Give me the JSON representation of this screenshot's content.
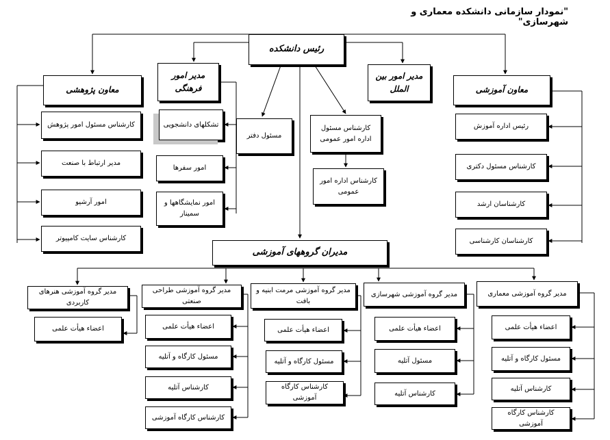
{
  "title": "\"نمودار سازمانی دانشکده معماری و شهرسازی\"",
  "nodes": {
    "dean": "رئیس دانشکده",
    "research_deputy": "معاون پژوهشی",
    "cultural_manager": "مدیر امور فرهنگی",
    "intl_manager": "مدیر امور بین الملل",
    "edu_deputy": "معاون آموزشی",
    "research_expert": "کارشناس مسئول امور پژوهش",
    "industry_liaison": "مدیر ارتباط با صنعت",
    "archive": "امور آرشیو",
    "website_expert": "کارشناس سایت کامپیوتر",
    "student_orgs": "تشکلهای دانشجویی",
    "trips": "امور سفرها",
    "exhibitions": "امور نمایشگاهها و سمینار",
    "office": "مسئول دفتر",
    "admin_expert_head": "کارشناس مسئول اداره امور عمومی",
    "admin_expert": "کارشناس اداره امور عمومی",
    "edu_head": "رئیس اداره آموزش",
    "phd_expert": "کارشناس مسئول دکتری",
    "masters_experts": "کارشناسان ارشد",
    "bachelor_experts": "کارشناسان کارشناسی",
    "dept_heads": "مدیران گروههای آموزشی"
  },
  "departments": [
    {
      "key": "applied_arts",
      "head": "مدیر گروه آموزشی هنرهای کاربردی",
      "members": [
        "اعضاء هیأت علمی"
      ]
    },
    {
      "key": "industrial_design",
      "head": "مدیر گروه آموزشی طراحی صنعتی",
      "members": [
        "اعضاء هیأت علمی",
        "مسئول کارگاه و آتلیه",
        "کارشناس آتلیه",
        "کارشناس کارگاه آموزشی"
      ]
    },
    {
      "key": "restoration",
      "head": "مدیر گروه آموزشی مرمت ابنیه و بافت",
      "members": [
        "اعضاء هیأت علمی",
        "مسئول کارگاه و آتلیه",
        "کارشناس کارگاه آموزشی"
      ]
    },
    {
      "key": "urbanism",
      "head": "مدیر گروه آموزشی شهرسازی",
      "members": [
        "اعضاء هیأت علمی",
        "مسئول آتلیه",
        "کارشناس آتلیه"
      ]
    },
    {
      "key": "architecture",
      "head": "مدیر گروه آموزشی معماری",
      "members": [
        "اعضاء هیأت علمی",
        "مسئول کارگاه و آتلیه",
        "کارشناس آتلیه",
        "کارشناس کارگاه آموزشی"
      ]
    }
  ]
}
